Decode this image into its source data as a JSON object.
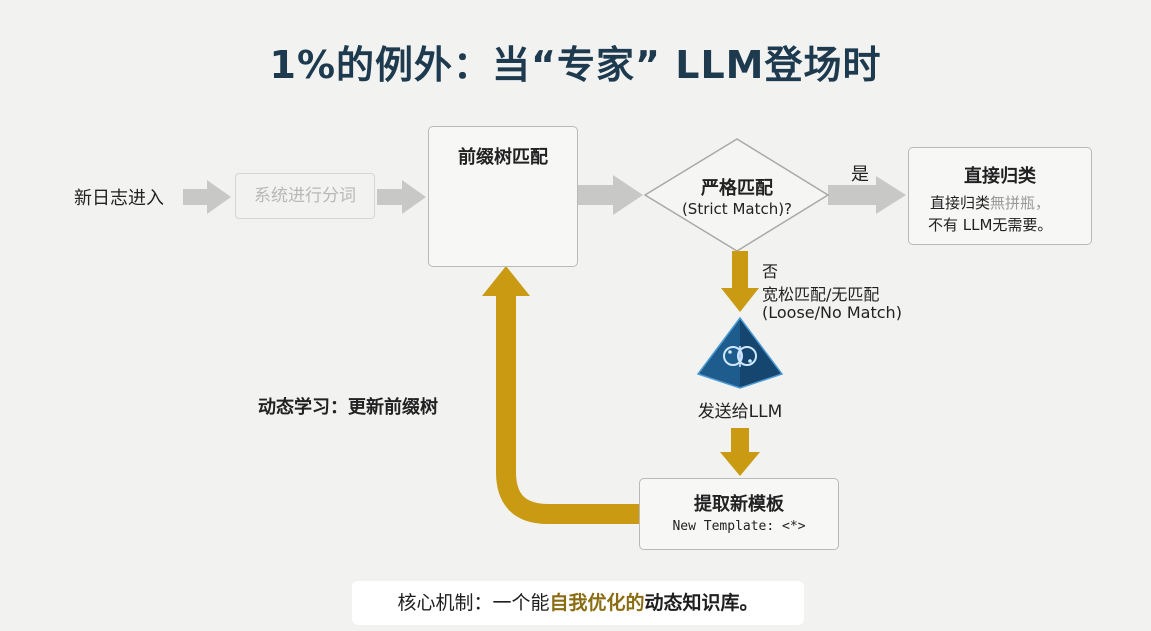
{
  "title": "1%的例外：当“专家” LLM登场时",
  "input_label": "新日志进入",
  "tokenize_label": "系统进行分词",
  "prefix_tree": {
    "title": "前缀树匹配"
  },
  "decision": {
    "line1": "严格匹配",
    "line2": "(Strict Match)?"
  },
  "yes_label": "是",
  "classify": {
    "title": "直接归类",
    "line1": "直接归类",
    "line1_blurred": "無拼瓶，",
    "line2": "不有 LLM无需要。"
  },
  "no_branch": {
    "line1": "否",
    "line2": "宽松匹配/无匹配",
    "line3": "(Loose/No Match)"
  },
  "llm_label": "发送给LLM",
  "extract": {
    "title": "提取新模板",
    "code": "New Template: <*>"
  },
  "feedback_label": "动态学习：更新前缀树",
  "footer": {
    "prefix": "核心机制：一个能",
    "highlight": "自我优化的",
    "suffix": "动态知识库。"
  },
  "colors": {
    "gold": "#c99a12",
    "arrow_grey": "#c8c8c6",
    "title_navy": "#1d3a4f",
    "llm_blue": "#1e5c8e"
  }
}
